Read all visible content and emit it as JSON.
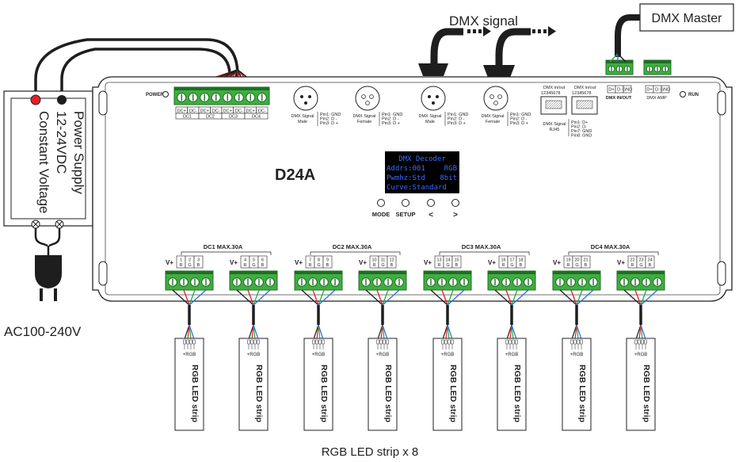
{
  "labels": {
    "dmx_signal": "DMX signal",
    "dmx_master": "DMX Master",
    "psu_lines": [
      "Power Supply",
      "12-24VDC",
      "Constant Voltage"
    ],
    "ac_input": "AC100-240V",
    "strip_caption": "RGB LED strip x 8",
    "model": "D24A",
    "power": "POWER",
    "run": "RUN"
  },
  "display": {
    "line1": "DMX Decoder",
    "line2_left": "Addrs:001",
    "line2_right": "RGB",
    "line3_left": "Pwmhz:Std",
    "line3_right": "8bit",
    "line4": "Curve:Standard"
  },
  "buttons": [
    "MODE",
    "SETUP",
    "<",
    ">"
  ],
  "power_terminals": {
    "pins": [
      "DC+",
      "DC-",
      "DC+",
      "DC-",
      "DC+",
      "DC-",
      "DC+",
      "DC-"
    ],
    "groups": [
      "DC1",
      "DC2",
      "DC3",
      "DC4"
    ]
  },
  "xlr": [
    {
      "title": [
        "DMX Signal",
        "Male"
      ],
      "pins": [
        "Pin1: GND",
        "Pin2: D -",
        "Pin3: D +"
      ]
    },
    {
      "title": [
        "DMX Signal",
        "Female"
      ],
      "pins": [
        "Pin1: GND",
        "Pin2: D -",
        "Pin3: D +"
      ]
    },
    {
      "title": [
        "DMX Signal",
        "Male"
      ],
      "pins": [
        "Pin1: GND",
        "Pin2: D -",
        "Pin3: D +"
      ]
    },
    {
      "title": [
        "DMX Signal",
        "Female"
      ],
      "pins": [
        "Pin1: GND",
        "Pin2: D -",
        "Pin3: D +"
      ]
    }
  ],
  "rj45": {
    "ports": [
      "DMX in/out",
      "DMX in/out"
    ],
    "pin_numbers": "12345678",
    "title": [
      "DMX Signal",
      "RJ45"
    ],
    "pins": [
      "Pin1: D+",
      "Pin2: D-",
      "Pin7: GND",
      "Pin8: GND"
    ]
  },
  "dmx_terminals": {
    "inout_pins": [
      "D+",
      "D-",
      "GND"
    ],
    "inout_label": "DMX IN/OUT",
    "amp_pins": [
      "D+",
      "D-",
      "GND"
    ],
    "amp_label": "DMX AMP"
  },
  "outputs": [
    {
      "title": "DC1  MAX.30A",
      "channels": [
        [
          "1",
          "R"
        ],
        [
          "2",
          "G"
        ],
        [
          "3",
          "B"
        ],
        [
          "4",
          "R"
        ],
        [
          "5",
          "G"
        ],
        [
          "6",
          "B"
        ]
      ]
    },
    {
      "title": "DC2  MAX.30A",
      "channels": [
        [
          "7",
          "R"
        ],
        [
          "8",
          "G"
        ],
        [
          "9",
          "B"
        ],
        [
          "10",
          "R"
        ],
        [
          "11",
          "G"
        ],
        [
          "12",
          "B"
        ]
      ]
    },
    {
      "title": "DC3  MAX.30A",
      "channels": [
        [
          "13",
          "R"
        ],
        [
          "14",
          "G"
        ],
        [
          "15",
          "B"
        ],
        [
          "16",
          "R"
        ],
        [
          "17",
          "G"
        ],
        [
          "18",
          "B"
        ]
      ]
    },
    {
      "title": "DC4  MAX.30A",
      "channels": [
        [
          "19",
          "R"
        ],
        [
          "20",
          "G"
        ],
        [
          "21",
          "B"
        ],
        [
          "22",
          "R"
        ],
        [
          "23",
          "G"
        ],
        [
          "24",
          "B"
        ]
      ]
    }
  ],
  "vplus": "V+",
  "strip": {
    "pins": "+RGB",
    "label": "RGB LED strip",
    "count": 8
  },
  "colors": {
    "terminal": "#3fae3f",
    "terminal_dark": "#1e6e25",
    "wire_red": "#e0202a",
    "wire_green": "#2aa84a",
    "wire_blue": "#2a6fd6",
    "cable": "#1e1e1e",
    "display_bg": "#000000",
    "display_text": "#3b6cff"
  }
}
